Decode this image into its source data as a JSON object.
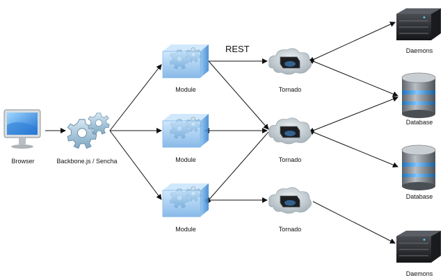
{
  "labels": {
    "browser": "Browser",
    "backbone": "Backbone.js / Sencha",
    "module_top": "Module",
    "module_mid": "Module",
    "module_bot": "Module",
    "tornado_top": "Tornado",
    "tornado_mid": "Tornado",
    "tornado_bot": "Tornado",
    "daemons_top": "Daemons",
    "database_top": "Database",
    "database_bot": "Database",
    "daemons_bot": "Daemons",
    "rest": "REST"
  },
  "icons": {
    "browser": "monitor-icon",
    "backbone": "gears-icon",
    "module": "cube-gears-icon",
    "tornado": "cloud-server-icon",
    "daemons": "server-rack-icon",
    "database": "database-cylinder-icon"
  },
  "colors": {
    "arrow": "#111111",
    "cube": "#7fb8ec",
    "gear": "#9fc6dd",
    "cloud": "#c9d3d9",
    "database": "#8a9096",
    "database_band": "#4aa3e6",
    "server": "#222326"
  }
}
